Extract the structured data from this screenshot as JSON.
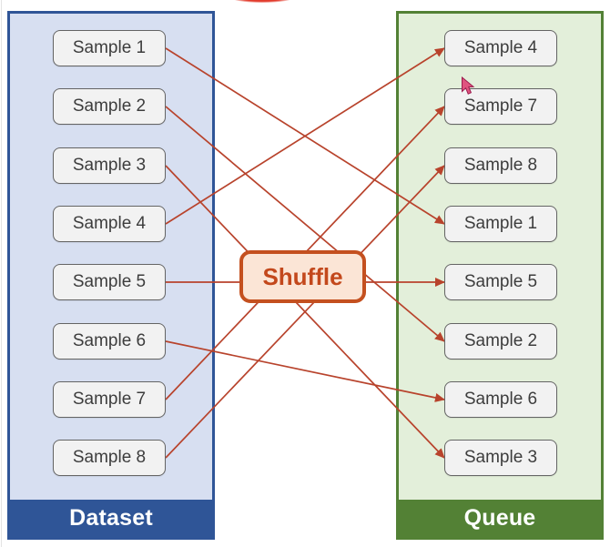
{
  "dataset_panel": {
    "label": "Dataset",
    "items": [
      "Sample 1",
      "Sample 2",
      "Sample 3",
      "Sample 4",
      "Sample 5",
      "Sample 6",
      "Sample 7",
      "Sample 8"
    ]
  },
  "queue_panel": {
    "label": "Queue",
    "items": [
      "Sample 4",
      "Sample 7",
      "Sample 8",
      "Sample 1",
      "Sample 5",
      "Sample 2",
      "Sample 6",
      "Sample 3"
    ]
  },
  "shuffle_node": {
    "label": "Shuffle"
  },
  "connections": [
    [
      0,
      3
    ],
    [
      1,
      5
    ],
    [
      2,
      7
    ],
    [
      3,
      0
    ],
    [
      4,
      4
    ],
    [
      5,
      6
    ],
    [
      6,
      1
    ],
    [
      7,
      2
    ]
  ],
  "icons": {
    "cursor": "mouse-pointer-icon",
    "top_indicator": "red-circle-partial"
  },
  "colors": {
    "dataset_fill": "#D7DFF1",
    "dataset_border": "#2F5597",
    "dataset_footer": "#2F5597",
    "queue_fill": "#E3EFDA",
    "queue_border": "#538135",
    "queue_footer": "#538135",
    "sample_fill": "#F2F2F2",
    "sample_border": "#646464",
    "sample_text": "#3D3D3D",
    "shuffle_fill": "#FBE5D6",
    "shuffle_border": "#C4501F",
    "shuffle_text": "#C3481C",
    "arrow": "#B8432C",
    "footer_text": "#FFFFFF",
    "cursor_fill": "#E0547F",
    "cursor_stroke": "#9B1B4D",
    "top_indicator": "#E23A2B"
  }
}
